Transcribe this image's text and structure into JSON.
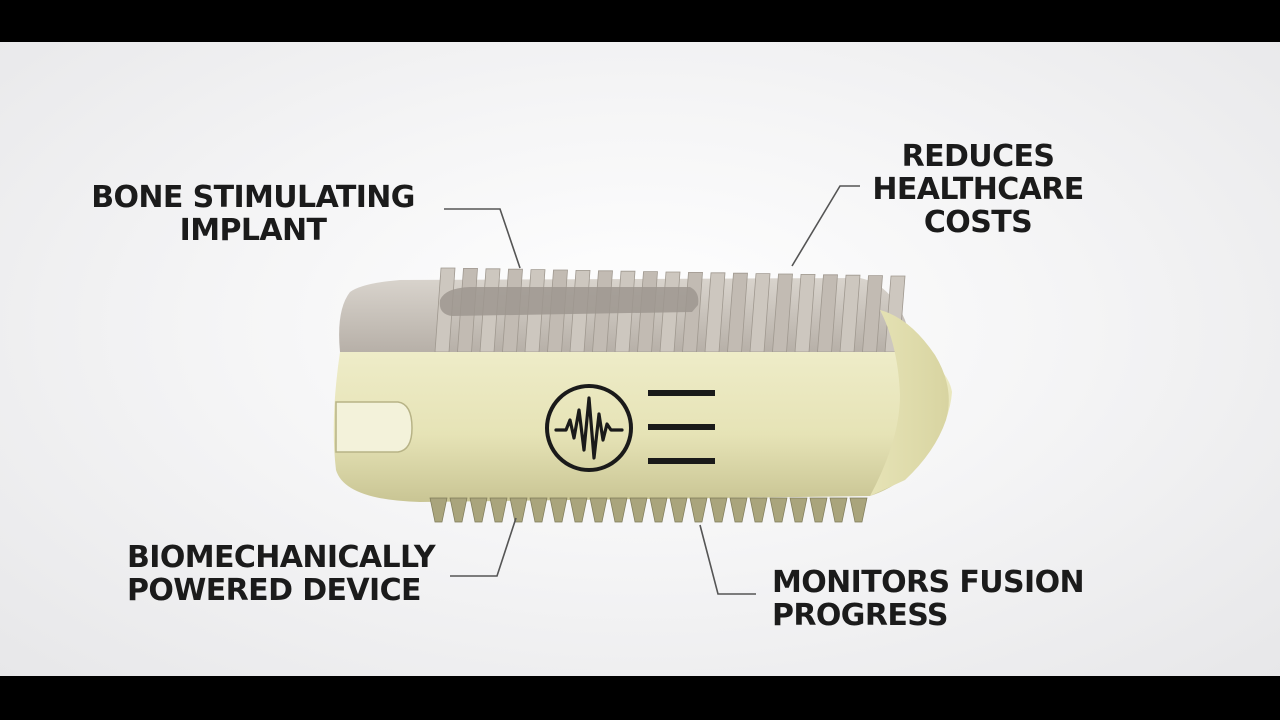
{
  "callouts": {
    "bone_stimulating": {
      "lines": [
        "BONE STIMULATING",
        "IMPLANT"
      ]
    },
    "reduces_costs": {
      "lines": [
        "REDUCES",
        "HEALTHCARE",
        "COSTS"
      ]
    },
    "biomechanically_powered": {
      "lines": [
        "BIOMECHANICALLY",
        "POWERED DEVICE"
      ]
    },
    "monitors_fusion": {
      "lines": [
        "MONITORS FUSION",
        "PROGRESS"
      ]
    }
  },
  "implant": {
    "body_color": "#e6e3b6",
    "body_shadow_color": "#bdb98a",
    "top_color": "#cfc9c1",
    "emblem_icon": "waveform-circle-icon",
    "emblem_color": "#1a1a1a"
  },
  "colors": {
    "letterbox": "#000000",
    "text": "#1b1b1b",
    "leader": "#555555"
  }
}
